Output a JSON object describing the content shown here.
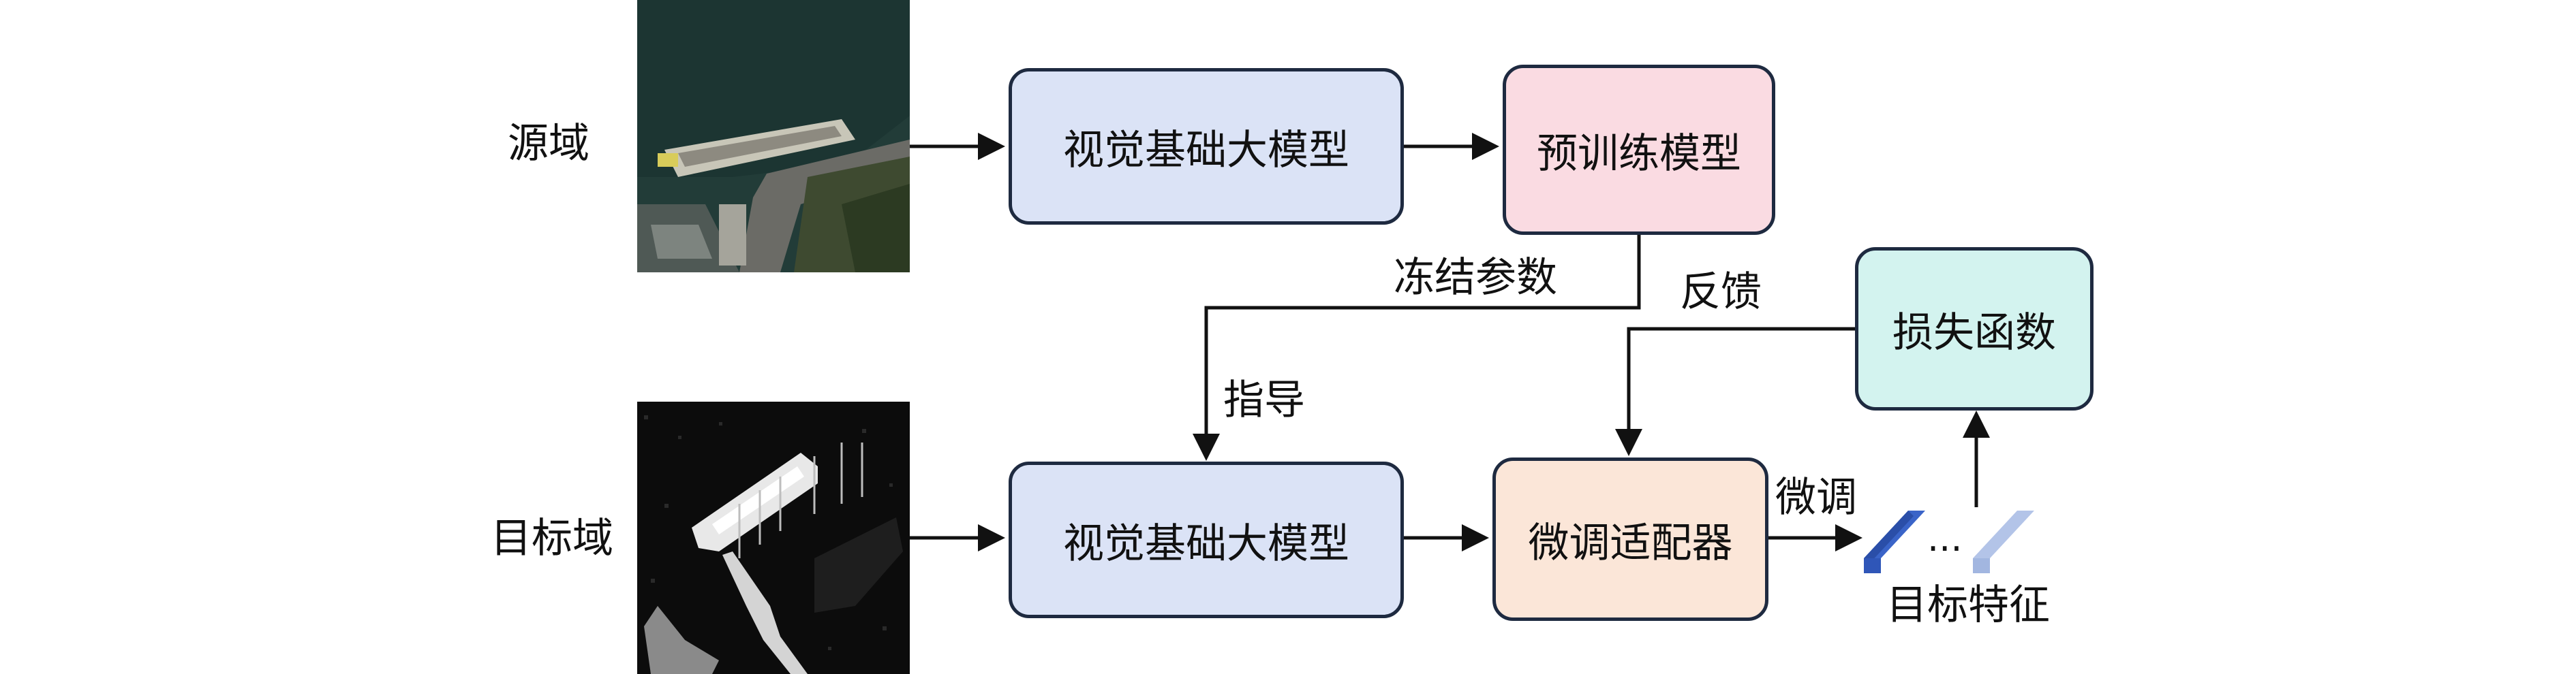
{
  "labels": {
    "source_domain": "源域",
    "target_domain": "目标域",
    "freeze_params": "冻结参数",
    "guide": "指导",
    "feedback": "反馈",
    "finetune": "微调",
    "target_features": "目标特征",
    "ellipsis": "..."
  },
  "boxes": {
    "vfm_source": "视觉基础大模型",
    "pretrained_model": "预训练模型",
    "vfm_target": "视觉基础大模型",
    "finetune_adapter": "微调适配器",
    "loss_function": "损失函数"
  },
  "images": {
    "source": "optical satellite image of ship at pier",
    "target": "SAR image of ship"
  },
  "colors": {
    "vfm_fill": "#dbe3f6",
    "pretrained_fill": "#fadbe2",
    "adapter_fill": "#fbe6d8",
    "loss_fill": "#d3f3ef",
    "box_border": "#1e2a40",
    "arrow": "#111111",
    "feature_dark": "#3a64c8",
    "feature_light": "#b3c4e8"
  }
}
